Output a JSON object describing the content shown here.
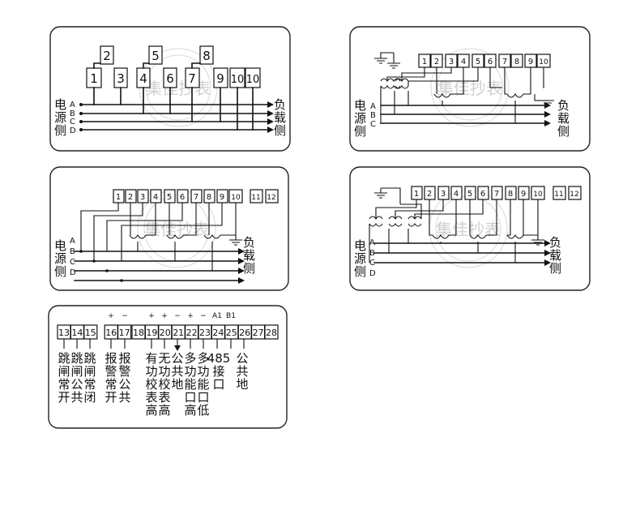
{
  "labels": {
    "source_side": [
      "电",
      "源",
      "侧"
    ],
    "load_side": [
      "负",
      "载",
      "侧"
    ],
    "phases": [
      "A",
      "B",
      "C",
      "D"
    ],
    "phases_3wire": [
      "A",
      "B",
      "C"
    ],
    "watermark": "集佳抄表"
  },
  "diagram1": {
    "terminals": [
      "1",
      "2",
      "3",
      "4",
      "5",
      "6",
      "7",
      "8",
      "9",
      "10",
      "10"
    ]
  },
  "diagram2": {
    "terminals": [
      "1",
      "2",
      "3",
      "4",
      "5",
      "6",
      "7",
      "8",
      "9",
      "10"
    ]
  },
  "diagram3": {
    "terminals": [
      "1",
      "2",
      "3",
      "4",
      "5",
      "6",
      "7",
      "8",
      "9",
      "10",
      "11",
      "12"
    ]
  },
  "diagram4": {
    "terminals": [
      "1",
      "2",
      "3",
      "4",
      "5",
      "6",
      "7",
      "8",
      "9",
      "10",
      "11",
      "12"
    ]
  },
  "aux": {
    "terminals": [
      "13",
      "14",
      "15",
      "16",
      "17",
      "18",
      "19",
      "20",
      "21",
      "22",
      "23",
      "24",
      "25",
      "26",
      "27",
      "28"
    ],
    "polarity": [
      "+",
      "−",
      "+",
      "+",
      "−",
      "+",
      "−",
      "A1",
      "B1"
    ],
    "functions": [
      {
        "name": "trip-normally-open",
        "lines": [
          "跳",
          "闸",
          "常",
          "开"
        ]
      },
      {
        "name": "trip-common",
        "lines": [
          "跳",
          "闸",
          "公",
          "共"
        ]
      },
      {
        "name": "trip-normally-closed",
        "lines": [
          "跳",
          "闸",
          "常",
          "闭"
        ]
      },
      {
        "name": "alarm-normally-open",
        "lines": [
          "报",
          "警",
          "常",
          "开"
        ]
      },
      {
        "name": "alarm-common",
        "lines": [
          "报",
          "警",
          "公",
          "共"
        ]
      },
      {
        "name": "active-calibration-high",
        "lines": [
          "有",
          "功",
          "校",
          "表",
          "高"
        ]
      },
      {
        "name": "reactive-calibration-high",
        "lines": [
          "无",
          "功",
          "校",
          "表",
          "高"
        ]
      },
      {
        "name": "calibration-common-ground",
        "lines": [
          "公",
          "共",
          "地"
        ]
      },
      {
        "name": "multifunction-port-high",
        "lines": [
          "多",
          "功",
          "能",
          "口",
          "高"
        ]
      },
      {
        "name": "multifunction-port-low",
        "lines": [
          "多",
          "功",
          "能",
          "口",
          "低"
        ]
      },
      {
        "name": "rs485-port",
        "lines": [
          "485",
          "接",
          "口"
        ]
      },
      {
        "name": "common-ground",
        "lines": [
          "公",
          "共",
          "地"
        ]
      }
    ]
  }
}
